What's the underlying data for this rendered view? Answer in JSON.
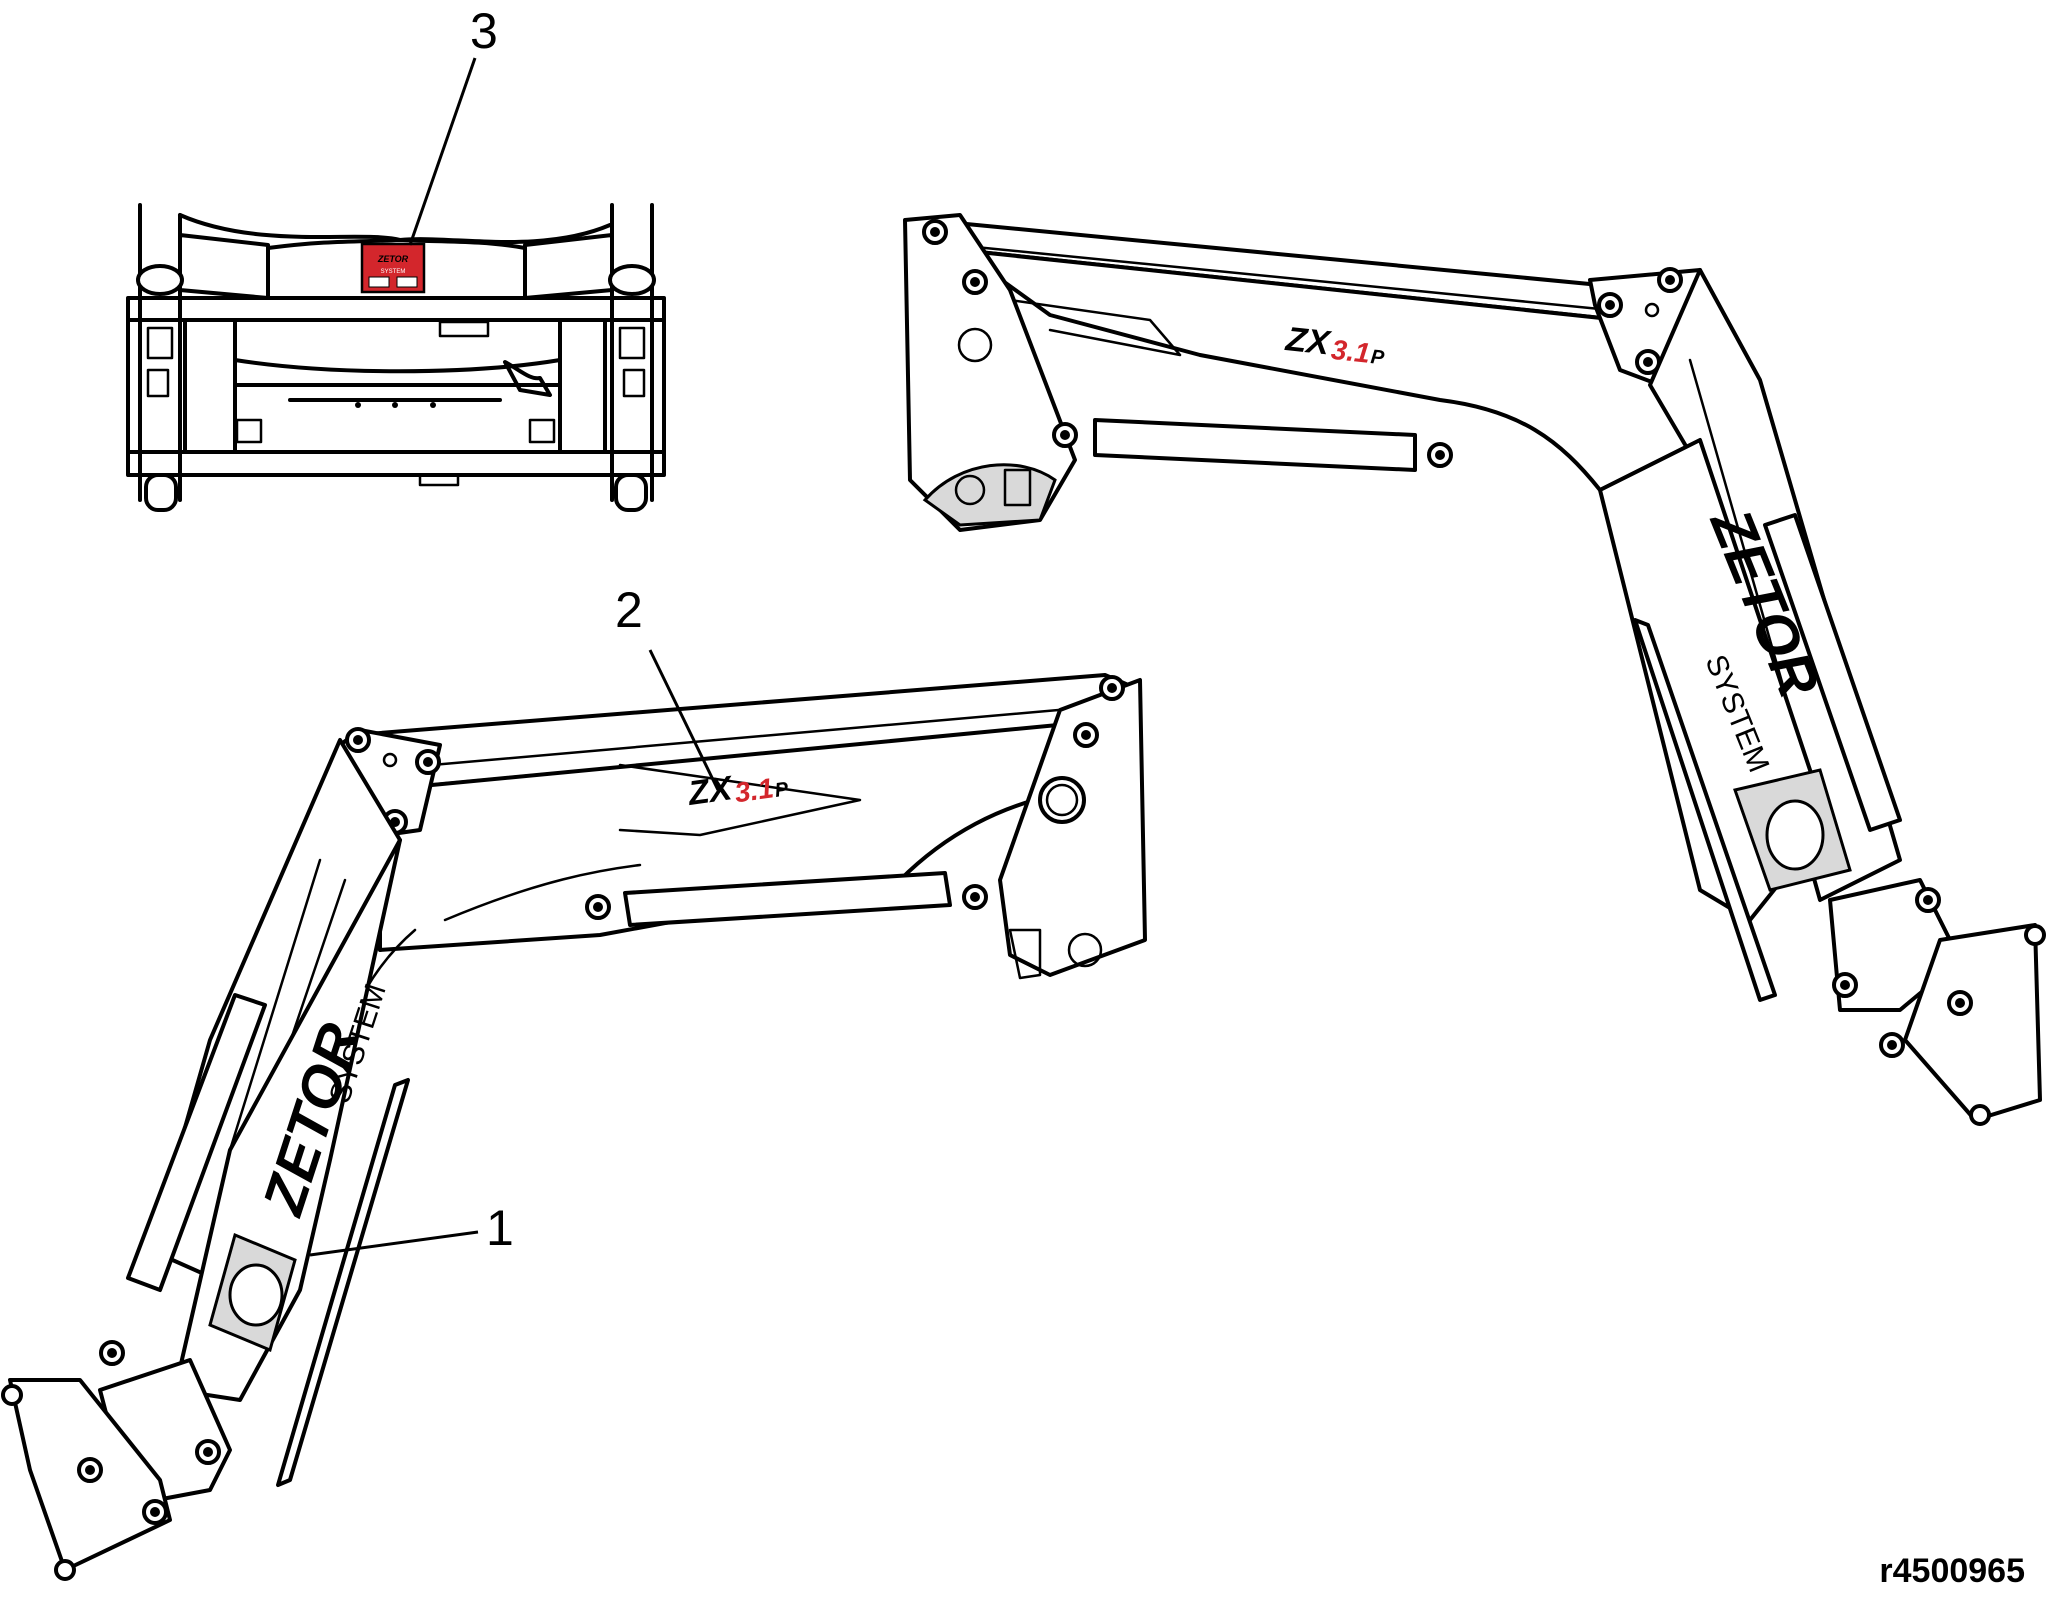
{
  "callouts": [
    {
      "number": "1"
    },
    {
      "number": "2"
    },
    {
      "number": "3"
    }
  ],
  "decals": {
    "model_main": "ZX",
    "model_suffix": "3.1",
    "model_letter": "P",
    "brand": "ZETOR",
    "system": "SYSTEM",
    "plate_brand": "ZETOR",
    "plate_system": "SYSTEM"
  },
  "reference_code": "r4500965",
  "colors": {
    "line": "#000000",
    "background": "#ffffff",
    "decal_red": "#d3262c"
  }
}
